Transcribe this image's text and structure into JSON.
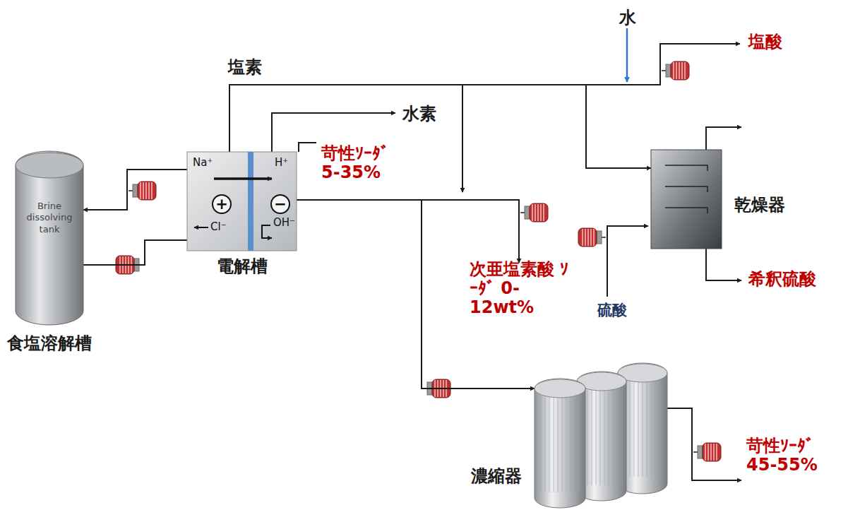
{
  "diagram": {
    "nodes": [
      {
        "text": [
          "Brine dissolving tank",
          "食塩溶解槽"
        ]
      },
      {
        "text": [
          "Na⁺",
          "H⁺",
          "+",
          "−",
          "Cl⁻",
          "OH⁻",
          "電解槽"
        ]
      },
      {
        "text": [
          "乾燥器"
        ]
      },
      {
        "text": [
          "濃縮器"
        ]
      }
    ],
    "edges": [
      {
        "from": 1,
        "to": 0,
        "arrow": "to"
      },
      {
        "from": 0,
        "to": 1,
        "arrow": "none"
      },
      {
        "from": 1,
        "to": 2,
        "arrow": "to"
      },
      {
        "from": 1,
        "to": 3,
        "arrow": "to"
      }
    ],
    "labels": [
      "塩素",
      "水素",
      "水",
      "塩酸",
      "苛性ｿｰﾀﾞ 5-35%",
      "次亜塩素酸 ｿｰﾀﾞ 0-12wt%",
      "希釈硫酸",
      "硫酸",
      "苛性ｿｰﾀﾞ 45-55%"
    ]
  }
}
